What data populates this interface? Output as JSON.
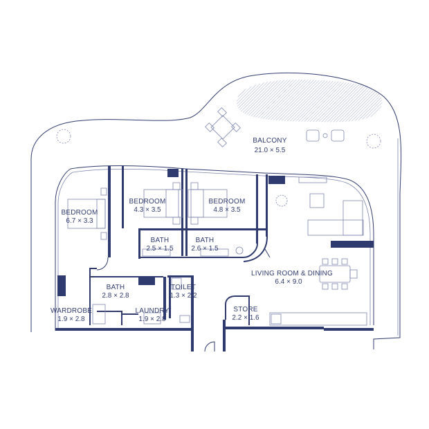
{
  "colors": {
    "ink": "#2f3b6e",
    "light_ink": "#7b84ad",
    "background": "#ffffff"
  },
  "rooms": [
    {
      "id": "balcony",
      "name": "BALCONY",
      "dims": "21.0 × 5.5"
    },
    {
      "id": "bedroom-1",
      "name": "BEDROOM",
      "dims": "6.7 × 3.3"
    },
    {
      "id": "bedroom-2",
      "name": "BEDROOM",
      "dims": "4.3 × 3.5"
    },
    {
      "id": "bedroom-3",
      "name": "BEDROOM",
      "dims": "4.8 × 3.5"
    },
    {
      "id": "bath-1",
      "name": "BATH",
      "dims": "2.5 × 1.5"
    },
    {
      "id": "bath-2",
      "name": "BATH",
      "dims": "2.6 × 1.5"
    },
    {
      "id": "living",
      "name": "LIVING ROOM & DINING",
      "dims": "6.4 × 9.0"
    },
    {
      "id": "bath-3",
      "name": "BATH",
      "dims": "2.8 × 2.8"
    },
    {
      "id": "toilet",
      "name": "TOILET",
      "dims": "1.3 × 2.2"
    },
    {
      "id": "wardrobe",
      "name": "WARDROBE",
      "dims": "1.9 × 2.8"
    },
    {
      "id": "laundry",
      "name": "LAUNDRY",
      "dims": "1.9 × 2.8"
    },
    {
      "id": "store",
      "name": "STORE",
      "dims": "2.2 × 1.6"
    }
  ]
}
